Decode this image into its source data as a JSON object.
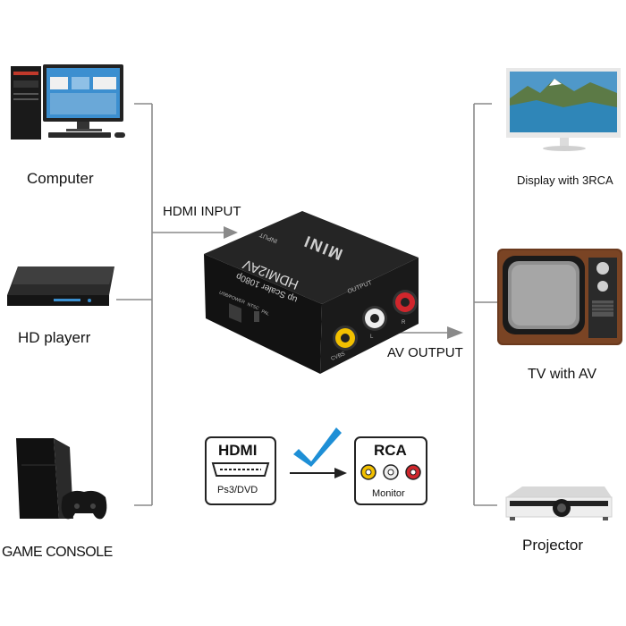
{
  "sources": [
    {
      "label": "Computer",
      "icon": "desktop-computer-icon"
    },
    {
      "label": "HD playerr",
      "icon": "bluray-player-icon"
    },
    {
      "label": "GAME CONSOLE",
      "icon": "game-console-icon"
    }
  ],
  "outputs": [
    {
      "label": "Display with 3RCA",
      "icon": "monitor-icon"
    },
    {
      "label": "TV with AV",
      "icon": "crt-tv-icon"
    },
    {
      "label": "Projector",
      "icon": "projector-icon"
    }
  ],
  "arrows": {
    "input": "HDMI INPUT",
    "output": "AV OUTPUT"
  },
  "device": {
    "brand": "MINI",
    "model": "HDMI2AV",
    "subtitle": "up Scaler 1080p",
    "input_port": "INPUT",
    "output_port": "OUTPUT",
    "usb_port": "USB/POWER",
    "switch_ntsc": "NTSC",
    "switch_pal": "PAL",
    "cvbs": "CVBS",
    "left": "L",
    "right": "R"
  },
  "legend": {
    "hdmi_title": "HDMI",
    "hdmi_sub": "Ps3/DVD",
    "rca_title": "RCA",
    "rca_sub": "Monitor"
  },
  "colors": {
    "line": "#888888",
    "check": "#1e8fd6",
    "rca_yellow": "#f2c000",
    "rca_white": "#eeeeee",
    "rca_red": "#d0262c"
  }
}
